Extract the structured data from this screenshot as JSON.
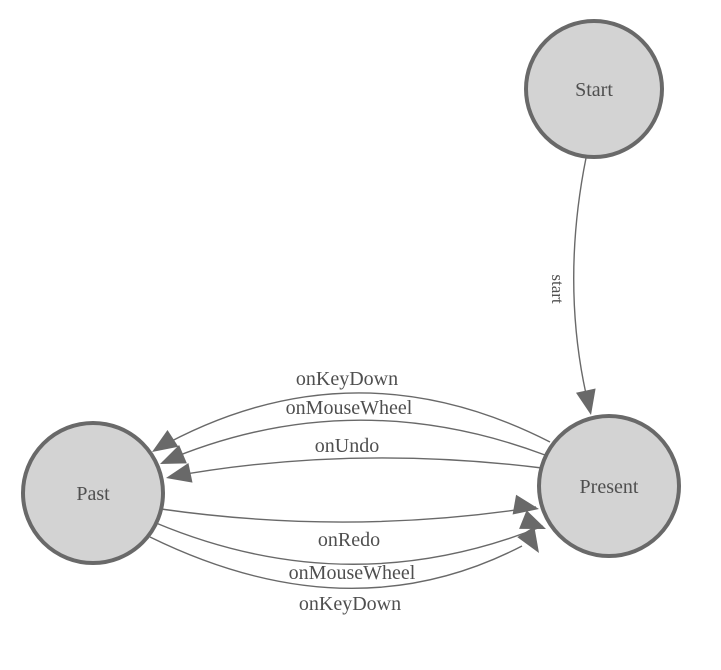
{
  "diagram": {
    "title": "state-machine-diagram",
    "colors": {
      "background": "#ffffff",
      "node_fill": "#d3d3d3",
      "node_stroke": "#696969",
      "edge_stroke": "#696969",
      "arrow_fill": "#696969",
      "label_text": "#4f4f4f"
    },
    "nodes": [
      {
        "id": "start",
        "label": "Start"
      },
      {
        "id": "present",
        "label": "Present"
      },
      {
        "id": "past",
        "label": "Past"
      }
    ],
    "edges": [
      {
        "from": "start",
        "to": "present",
        "label": "start"
      },
      {
        "from": "present",
        "to": "past",
        "label": "onKeyDown"
      },
      {
        "from": "present",
        "to": "past",
        "label": "onMouseWheel"
      },
      {
        "from": "present",
        "to": "past",
        "label": "onUndo"
      },
      {
        "from": "past",
        "to": "present",
        "label": "onRedo"
      },
      {
        "from": "past",
        "to": "present",
        "label": "onMouseWheel"
      },
      {
        "from": "past",
        "to": "present",
        "label": "onKeyDown"
      }
    ]
  }
}
